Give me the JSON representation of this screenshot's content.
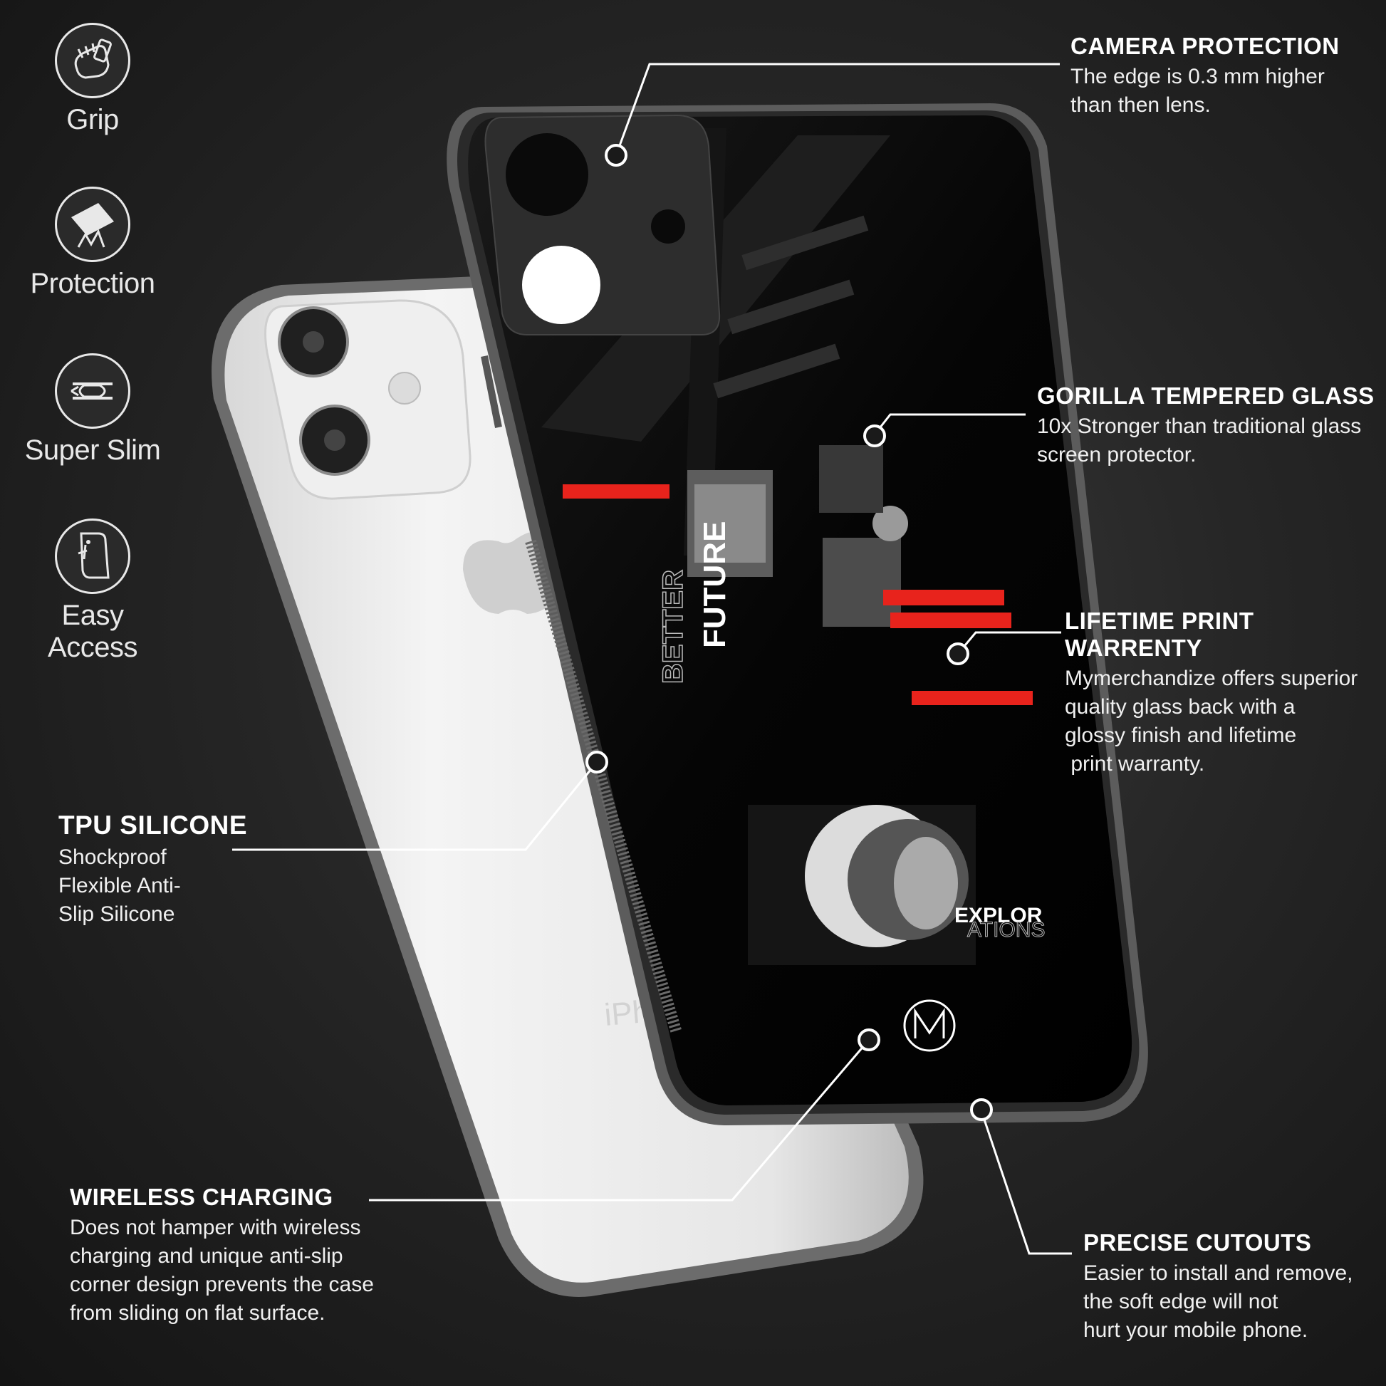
{
  "features": [
    {
      "icon": "grip-icon",
      "label": "Grip"
    },
    {
      "icon": "protection-icon",
      "label": "Protection"
    },
    {
      "icon": "super-slim-icon",
      "label": "Super Slim"
    },
    {
      "icon": "easy-access-icon",
      "label": "Easy Access"
    }
  ],
  "callouts": {
    "camera": {
      "title": "CAMERA PROTECTION",
      "lines": [
        "The edge is 0.3 mm higher",
        "than then lens."
      ]
    },
    "gorilla": {
      "title": "GORILLA TEMPERED GLASS",
      "lines": [
        "10x Stronger than traditional glass",
        "screen protector."
      ]
    },
    "lifetime": {
      "title": "LIFETIME PRINT WARRENTY",
      "lines": [
        "Mymerchandize offers superior",
        "quality glass back with a",
        "glossy finish and lifetime",
        " print warranty."
      ]
    },
    "tpu": {
      "title": "TPU SILICONE",
      "lines": [
        "Shockproof",
        "Flexible Anti-",
        "Slip Silicone"
      ]
    },
    "wireless": {
      "title": "WIRELESS CHARGING",
      "lines": [
        "Does not hamper with wireless",
        "charging and unique anti-slip",
        "corner design prevents the case",
        "from sliding on flat surface."
      ]
    },
    "cutouts": {
      "title": "PRECISE CUTOUTS",
      "lines": [
        "Easier to install and remove,",
        "the soft edge will not",
        "hurt your mobile phone."
      ]
    }
  },
  "case_print": {
    "word1": "BETTER",
    "word2": "FUTURE",
    "word3": "EXPLOR",
    "word4": "ATIONS"
  },
  "phone_text": "iPhone",
  "colors": {
    "accent": "#e8231c",
    "background": "#232323",
    "line": "#ffffff"
  }
}
